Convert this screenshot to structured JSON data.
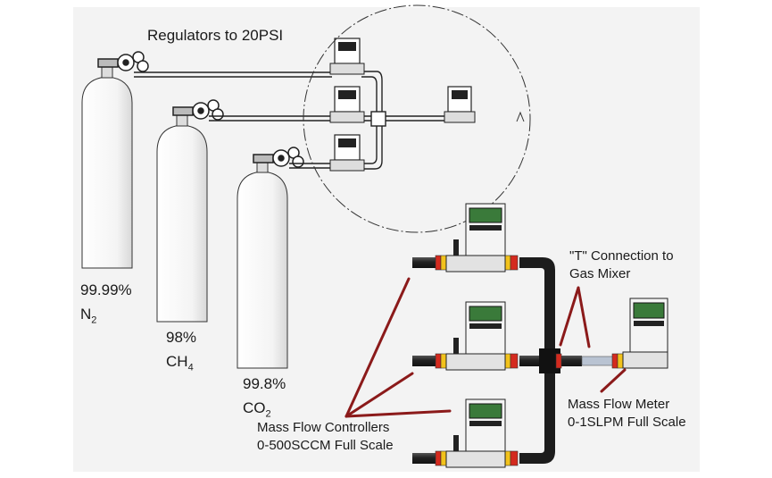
{
  "title": "Regulators to 20PSI",
  "cylinders": [
    {
      "purity": "99.99%",
      "gas": "N",
      "sub": "2"
    },
    {
      "purity": "98%",
      "gas": "CH",
      "sub": "4"
    },
    {
      "purity": "99.8%",
      "gas": "CO",
      "sub": "2"
    }
  ],
  "detail_marker": "A",
  "labels": {
    "t_connection_line1": "\"T\" Connection to",
    "t_connection_line2": "Gas Mixer",
    "mfc_line1": "Mass Flow Controllers",
    "mfc_line2": "0-500SCCM Full Scale",
    "mfm_line1": "Mass Flow Meter",
    "mfm_line2": "0-1SLPM Full Scale"
  },
  "colors": {
    "background": "#f3f3f3",
    "pointer": "#8b1a1a",
    "fitting_red": "#d42a1e",
    "fitting_yellow": "#f2c21b",
    "tube": "#2b2b2b",
    "screen": "#3a7a3a"
  }
}
